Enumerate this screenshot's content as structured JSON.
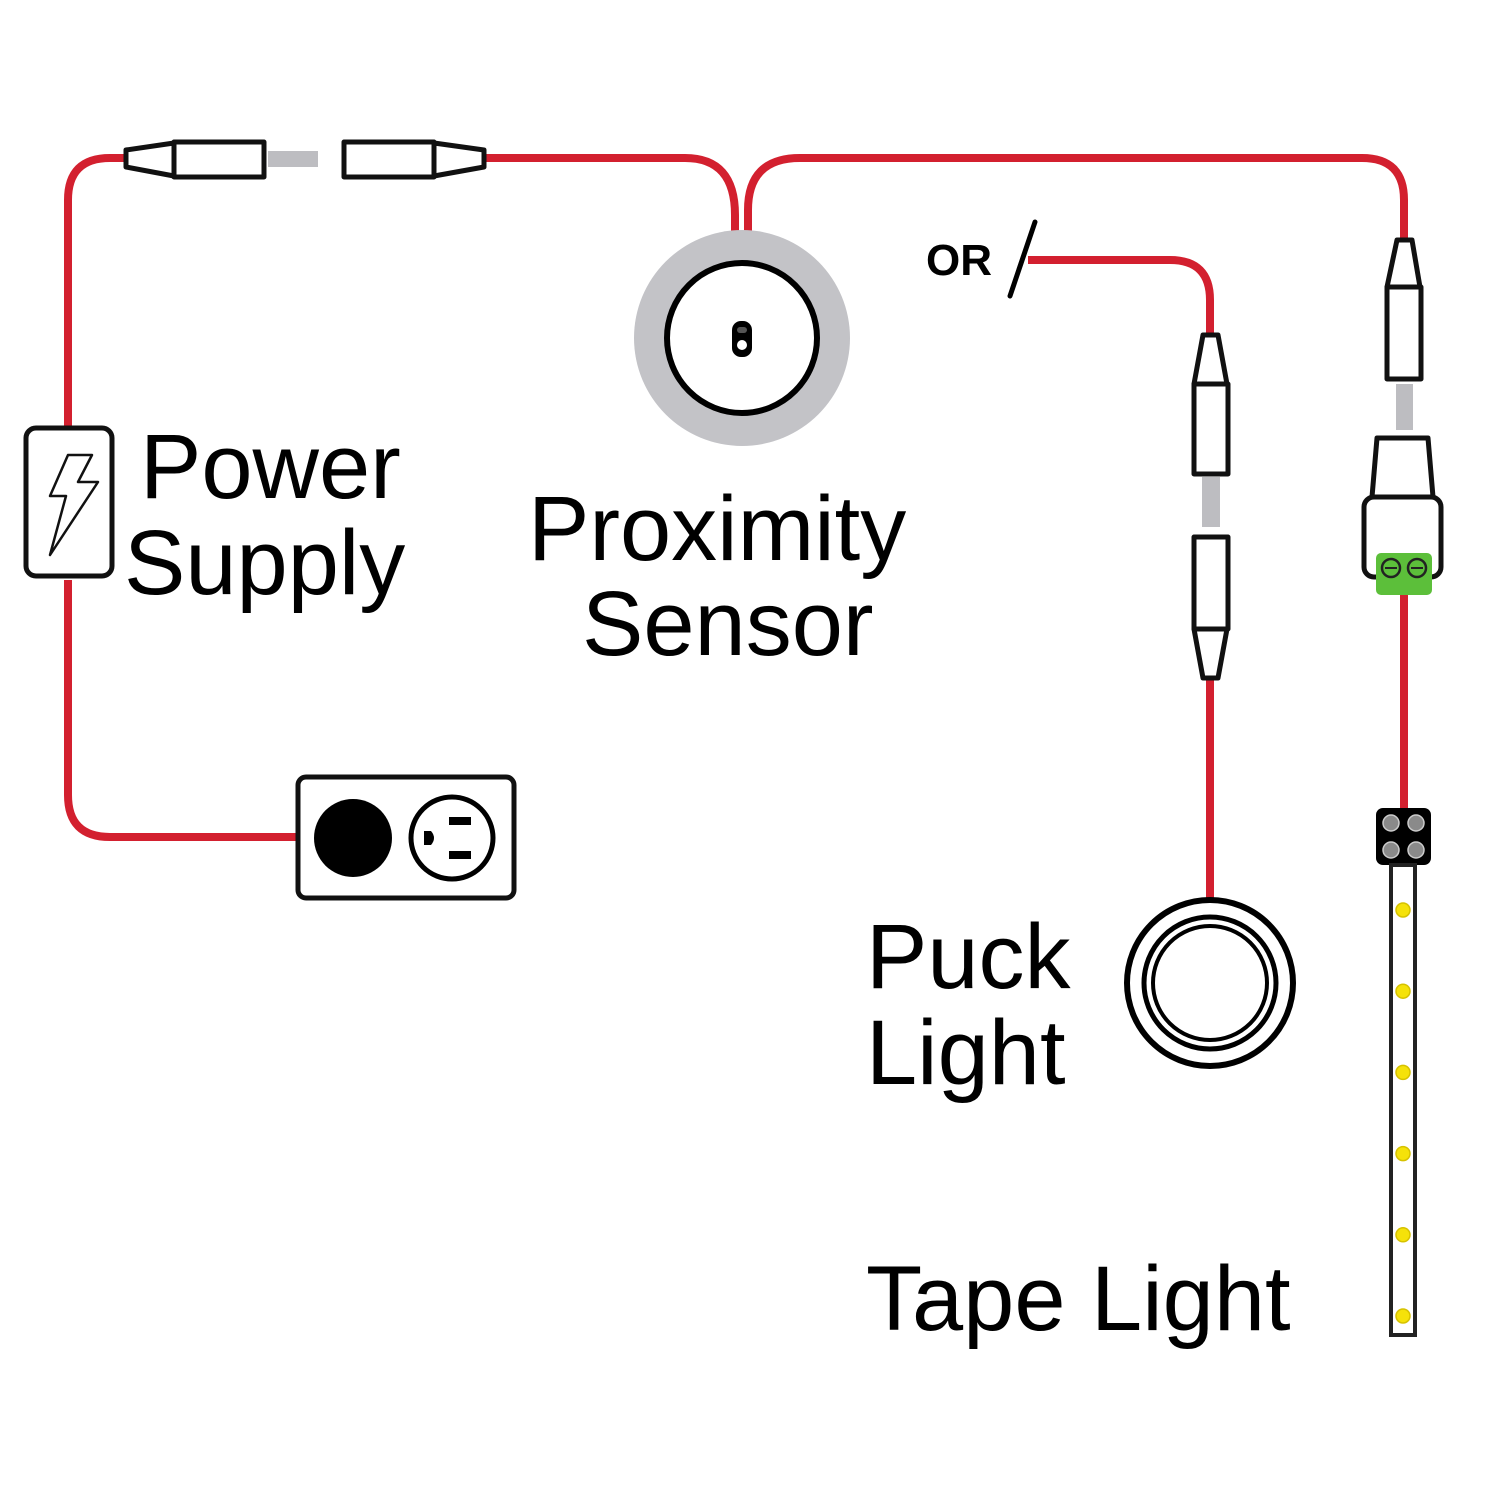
{
  "diagram": {
    "title": "Proximity Sensor Wiring Diagram",
    "labels": {
      "power_supply_line1": "Power",
      "power_supply_line2": "Supply",
      "sensor_line1": "Proximity",
      "sensor_line2": "Sensor",
      "or_text": "OR",
      "puck_line1": "Puck",
      "puck_line2": "Light",
      "tape": "Tape Light"
    },
    "components": [
      {
        "id": "outlet",
        "name": "Wall Outlet",
        "icon": "outlet-icon"
      },
      {
        "id": "power_supply",
        "name": "Power Supply",
        "icon": "lightning-bolt-icon"
      },
      {
        "id": "inline_connector",
        "name": "Inline Connector"
      },
      {
        "id": "proximity_sensor",
        "name": "Proximity Sensor",
        "icon": "sensor-icon"
      },
      {
        "id": "puck_light",
        "name": "Puck Light",
        "icon": "puck-light-icon"
      },
      {
        "id": "tape_light",
        "name": "Tape Light",
        "icon": "led-tape-icon"
      }
    ],
    "connections": [
      [
        "outlet",
        "power_supply"
      ],
      [
        "power_supply",
        "inline_connector"
      ],
      [
        "inline_connector",
        "proximity_sensor"
      ],
      [
        "proximity_sensor",
        "puck_light"
      ],
      [
        "proximity_sensor",
        "tape_light"
      ]
    ],
    "colors": {
      "wire": "#d3202f",
      "sensor_ring": "#c3c3c7",
      "terminal_block": "#5cbf3a",
      "led": "#f5e20a"
    },
    "tape_led_count": 6
  }
}
